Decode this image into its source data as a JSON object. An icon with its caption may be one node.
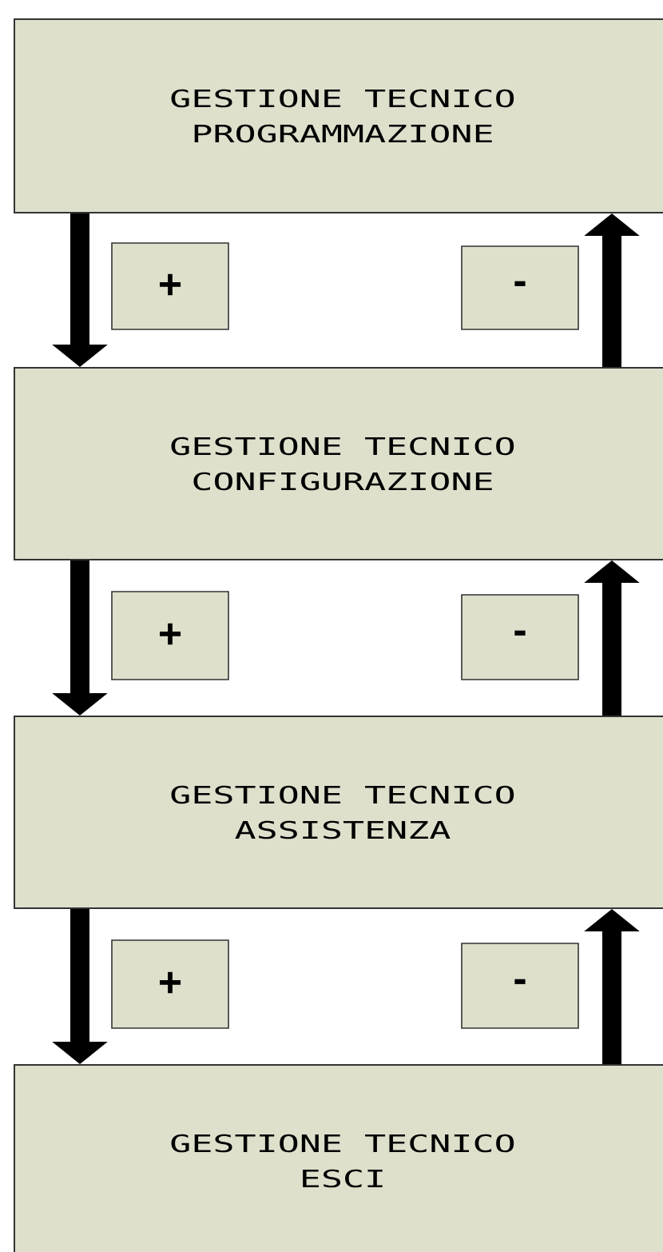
{
  "diagram": {
    "nodes": [
      {
        "text": [
          "GESTIONE TECNICO",
          "PROGRAMMAZIONE"
        ]
      },
      {
        "text": [
          "+"
        ]
      },
      {
        "text": [
          "-"
        ]
      },
      {
        "text": [
          "GESTIONE TECNICO",
          "CONFIGURAZIONE"
        ]
      },
      {
        "text": [
          "+"
        ]
      },
      {
        "text": [
          "-"
        ]
      },
      {
        "text": [
          "GESTIONE TECNICO",
          "ASSISTENZA"
        ]
      },
      {
        "text": [
          "+"
        ]
      },
      {
        "text": [
          "-"
        ]
      },
      {
        "text": [
          "GESTIONE TECNICO",
          "ESCI"
        ]
      }
    ],
    "edges": [
      {
        "from": 0,
        "to": 3,
        "arrow": "to"
      },
      {
        "from": 3,
        "to": 0,
        "arrow": "to"
      },
      {
        "from": 3,
        "to": 6,
        "arrow": "to"
      },
      {
        "from": 6,
        "to": 3,
        "arrow": "to"
      },
      {
        "from": 6,
        "to": 9,
        "arrow": "to"
      },
      {
        "from": 9,
        "to": 6,
        "arrow": "to"
      }
    ]
  }
}
